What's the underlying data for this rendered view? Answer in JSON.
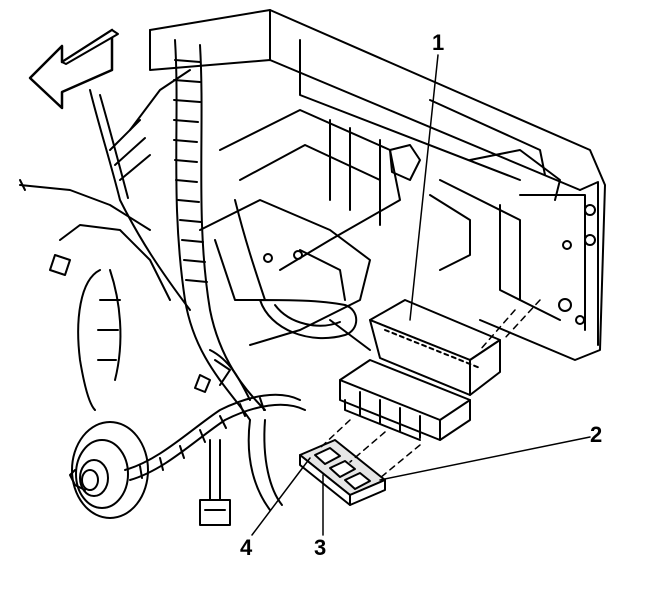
{
  "callouts": [
    {
      "id": "1",
      "label": "1"
    },
    {
      "id": "2",
      "label": "2"
    },
    {
      "id": "3",
      "label": "3"
    },
    {
      "id": "4",
      "label": "4"
    }
  ],
  "colors": {
    "line": "#000000",
    "background": "#ffffff",
    "shade": "#e6e6e6"
  },
  "icons": {
    "direction_arrow": "arrow-left-icon"
  }
}
